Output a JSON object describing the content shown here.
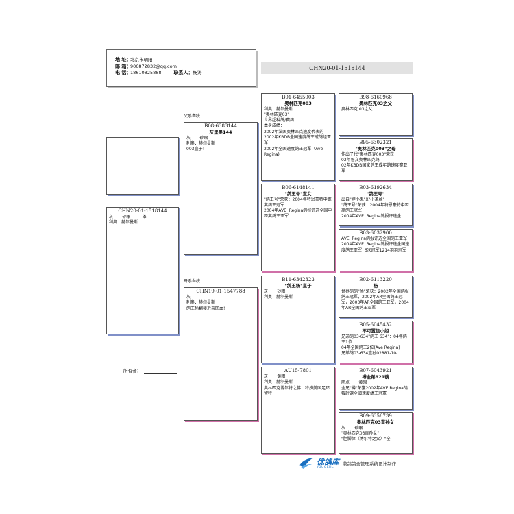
{
  "contact": {
    "address_label": "地  址：",
    "address": "北京市朝阳",
    "email_label": "邮  箱：",
    "email": "906872832@qq.com",
    "phone_label": "电  话：",
    "phone": "18610825888",
    "contact_label": "联系人：",
    "contact_person": "杨涛"
  },
  "top_ring": "CHN20-01-1518144",
  "subject": {
    "ring": "CHN20-01-1518144",
    "lines": [
      "灰       砂眼         雄",
      "利奥．赫尔曼斯"
    ]
  },
  "sections": {
    "sire_label": "父系血统",
    "dam_label": "母系血统",
    "owner_label": "所有者："
  },
  "sire": {
    "ring": "B08-6383144",
    "name": "灰里奥144",
    "lines": [
      "灰       砂眼",
      "利奥．赫尔曼斯",
      "003直子！"
    ]
  },
  "dam": {
    "ring": "CHN19-01-1547788",
    "lines": [
      "灰",
      "利奥．赫尔曼斯",
      "鸽王杨翻接近亲回血!"
    ]
  },
  "ss": {
    "ring": "B01-6455003",
    "name": "奥林匹克003",
    "lines": [
      "利奥．赫尔曼斯",
      "\"奥林匹克03\"",
      "世界超种鸽/赛鸽",
      "本身成绩：",
      "2002年法国奥林匹克速度代表的",
      "2002年KBDB全国速度鸽王成鸽组亚军",
      "2002年全国速度鸽王冠军（Ave Regina)"
    ]
  },
  "sd": {
    "ring": "B06-6148141",
    "name": "\"鸽王号\"直女",
    "lines": [
      "",
      "\"鸽王号\"荣获：2004年特恩豪特中距离鸽王冠军",
      "2004年AVE  Regina鸽报评选全国中距离鸽王亚军"
    ]
  },
  "ds": {
    "ring": "B11-6342323",
    "name": "\"鸽王杨\"直子",
    "lines": [
      "灰       砂眼",
      "利奥．赫尔曼斯"
    ]
  },
  "dd": {
    "ring": "AU15-7801",
    "lines": [
      "灰       黄眼",
      "利奥．赫尔曼斯",
      "奥林匹克博尔特之佛！特技美国足环留特！"
    ]
  },
  "sss": {
    "ring": "B98-6160968",
    "name": "奥林匹克03之父",
    "lines": [
      "奥林匹克 03之父"
    ]
  },
  "ssd": {
    "ring": "B95-6302321",
    "name": "\"奥林匹克003\"之母",
    "lines": [
      "作出子代\"奥林匹克003\"荣获",
      "02年鲁文奥林匹克鸽",
      "02年KBDB国家鸽王成年鸽速度赛亚军"
    ]
  },
  "sds": {
    "ring": "B03-6192634",
    "name": "\"鸽王号\"",
    "lines": [
      "出自\"胆小鬼\"X\"小茶丝\"",
      "\"鸽王号\"荣获：2004年特恩豪特中距离鸽王冠军",
      "2004年AVE  Regina鸽报评选全"
    ]
  },
  "sdd": {
    "ring": "B03-6032900",
    "lines": [
      "AVE  Regina鸽报评选全国鸽王亚军",
      "2004年AVE  Regina鸽报评选全国速度鸽王亚军  6次冠军1214羽羽冠军"
    ]
  },
  "dss": {
    "ring": "B02-6113220",
    "name": "杨",
    "lines": [
      "世界鸽鸽\"杨\"荣获：2002年全国鸽报鸽王冠军，2002年AR全国鸽王冠军，2003年AR全国鸽王亚军，2004年AR全国鸽王亚军"
    ]
  },
  "dsd": {
    "ring": "B05-6045432",
    "name": "不可置信小姐",
    "lines": [
      "兄弟鸽03-634\"鸽王 634\"：04年鸽王1位",
      "04年全国鸽王2位(Ave Regina)",
      "兄弟鸽03-634直孙02881-10-"
    ]
  },
  "dds": {
    "ring": "B07-6043921",
    "name": "樽全弟921號",
    "lines": [
      "雨点       黄眼",
      "全兄\"樽\"荣獲2002年AVE Regina鴿報評選全國速度鴿王冠軍"
    ]
  },
  "ddd": {
    "ring": "B09-6356739",
    "name": "奥林匹克03直孙女",
    "lines": [
      "灰       砂眼",
      "\"奥林匹克03直孙女\"",
      "",
      "\"胆脚律（博尔特之父）\"全"
    ]
  },
  "brand": {
    "name": "优鸽库",
    "sub": "YOUGEHL",
    "slogan": "鼎鸽鸽舍管理系统设计制作",
    "color": "#1a6fc0"
  }
}
